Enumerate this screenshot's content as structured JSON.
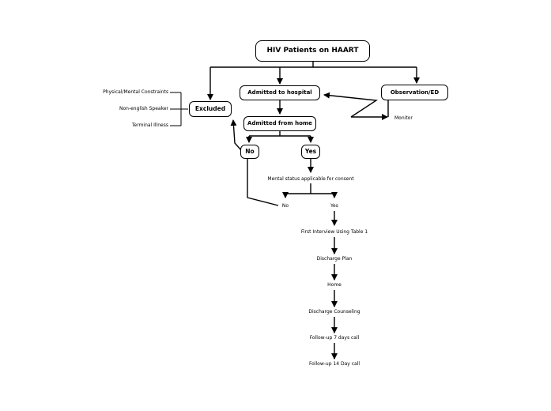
{
  "nodes": {
    "title": "HIV Patients on HAART",
    "excluded": "Excluded",
    "admitted_hospital": "Admitted to hospital",
    "observation_ed": "Observation/ED",
    "admitted_home": "Admitted from home",
    "home_no": "No",
    "home_yes": "Yes"
  },
  "labels": {
    "physical_mental": "Physical/Mental Constraints",
    "non_english": "Non-english Speaker",
    "terminal_illness": "Terminal Illness",
    "monitor": "Monitor",
    "mental_status": "Mental status applicable for consent",
    "mental_no": "No",
    "mental_yes": "Yes",
    "first_interview": "First Interview Using Table 1",
    "discharge_plan": "Discharge Plan",
    "home": "Home",
    "discharge_counseling": "Discharge Counseling",
    "followup_7": "Follow-up 7 days call",
    "followup_14": "Follow-up 14 Day call"
  },
  "colors": {
    "background": "#ffffff",
    "line": "#000000",
    "node_fill": "#ffffff",
    "node_border": "#000000",
    "text": "#000000"
  }
}
